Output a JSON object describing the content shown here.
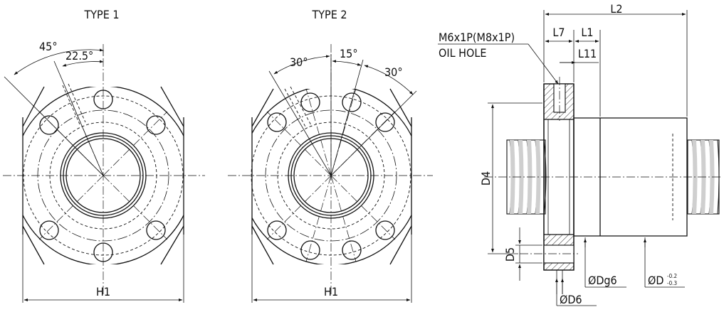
{
  "labels": {
    "type1": "TYPE 1",
    "type2": "TYPE 2",
    "angle_45": "45°",
    "angle_22_5": "22.5°",
    "angle_30_left": "30°",
    "angle_15": "15°",
    "angle_30_right": "30°",
    "h1_left": "H1",
    "h1_right": "H1",
    "l2": "L2",
    "l7": "L7",
    "l1": "L1",
    "l11": "L11",
    "oil_hole_line1": "M6x1P(M8x1P)",
    "oil_hole_line2": "OIL HOLE",
    "d4": "D4",
    "d5": "D5",
    "dg6": "ØDg6",
    "d_prefix": "ØD",
    "d_tol_upper": "-0.2",
    "d_tol_lower": "-0.3",
    "d6": "ØD6"
  }
}
